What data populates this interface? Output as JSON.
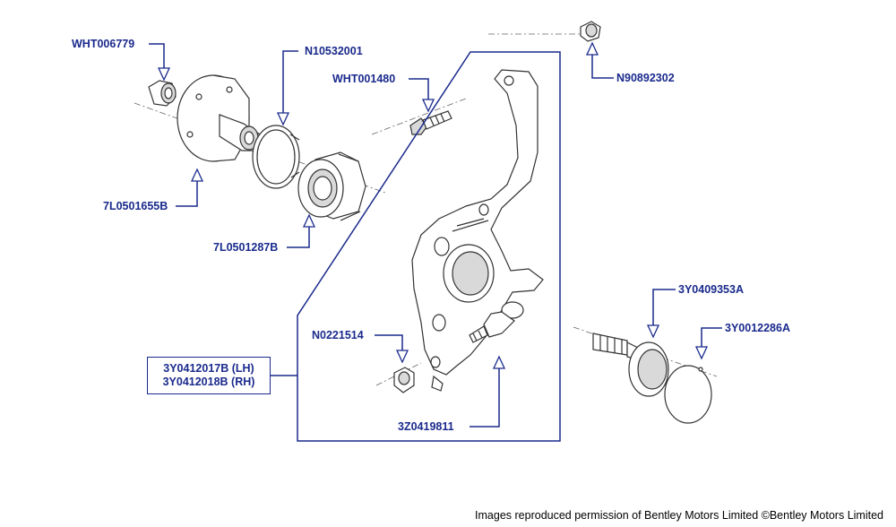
{
  "labels": {
    "wht006779": "WHT006779",
    "n10532001": "N10532001",
    "wht001480": "WHT001480",
    "n90892302": "N90892302",
    "hub": "7L0501655B",
    "bearing": "7L0501287B",
    "n0221514": "N0221514",
    "knuckle_lh": "3Y0412017B (LH)",
    "knuckle_rh": "3Y0412018B (RH)",
    "balljoint": "3Z0419811",
    "driveshaft": "3Y0409353A",
    "cap": "3Y0012286A"
  },
  "footer": {
    "copyright": "Images reproduced permission of Bentley Motors Limited ©Bentley Motors Limited"
  },
  "colors": {
    "label": "#1a2a8c",
    "drawing": "#333333"
  }
}
